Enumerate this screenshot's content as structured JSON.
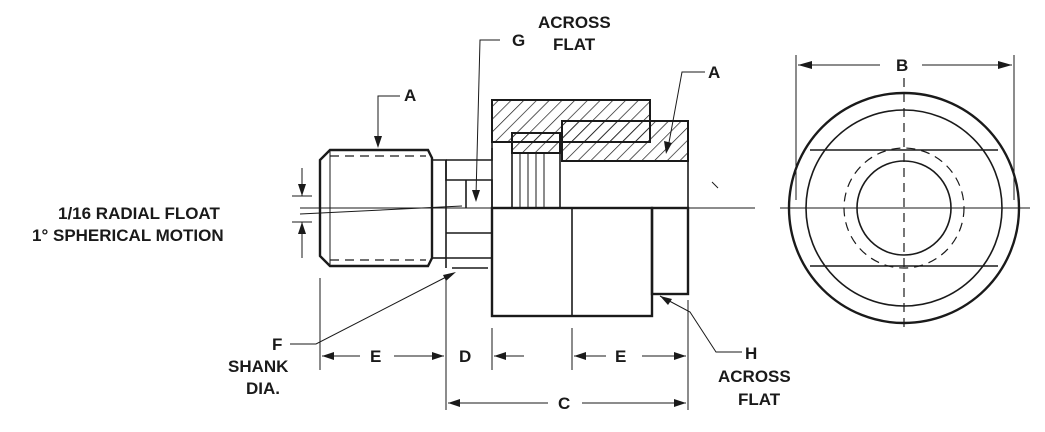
{
  "labels": {
    "g": "G",
    "across_top_1": "ACROSS",
    "across_top_2": "FLAT",
    "a_left": "A",
    "a_right": "A",
    "b": "B",
    "radial_float": "1/16 RADIAL FLOAT",
    "spherical_motion": "1° SPHERICAL MOTION",
    "f": "F",
    "shank": "SHANK",
    "dia": "DIA.",
    "e_left": "E",
    "d": "D",
    "e_right": "E",
    "c": "C",
    "h": "H",
    "h_across": "ACROSS",
    "h_flat": "FLAT"
  },
  "colors": {
    "ink": "#1a1a1a",
    "paper": "#ffffff"
  }
}
